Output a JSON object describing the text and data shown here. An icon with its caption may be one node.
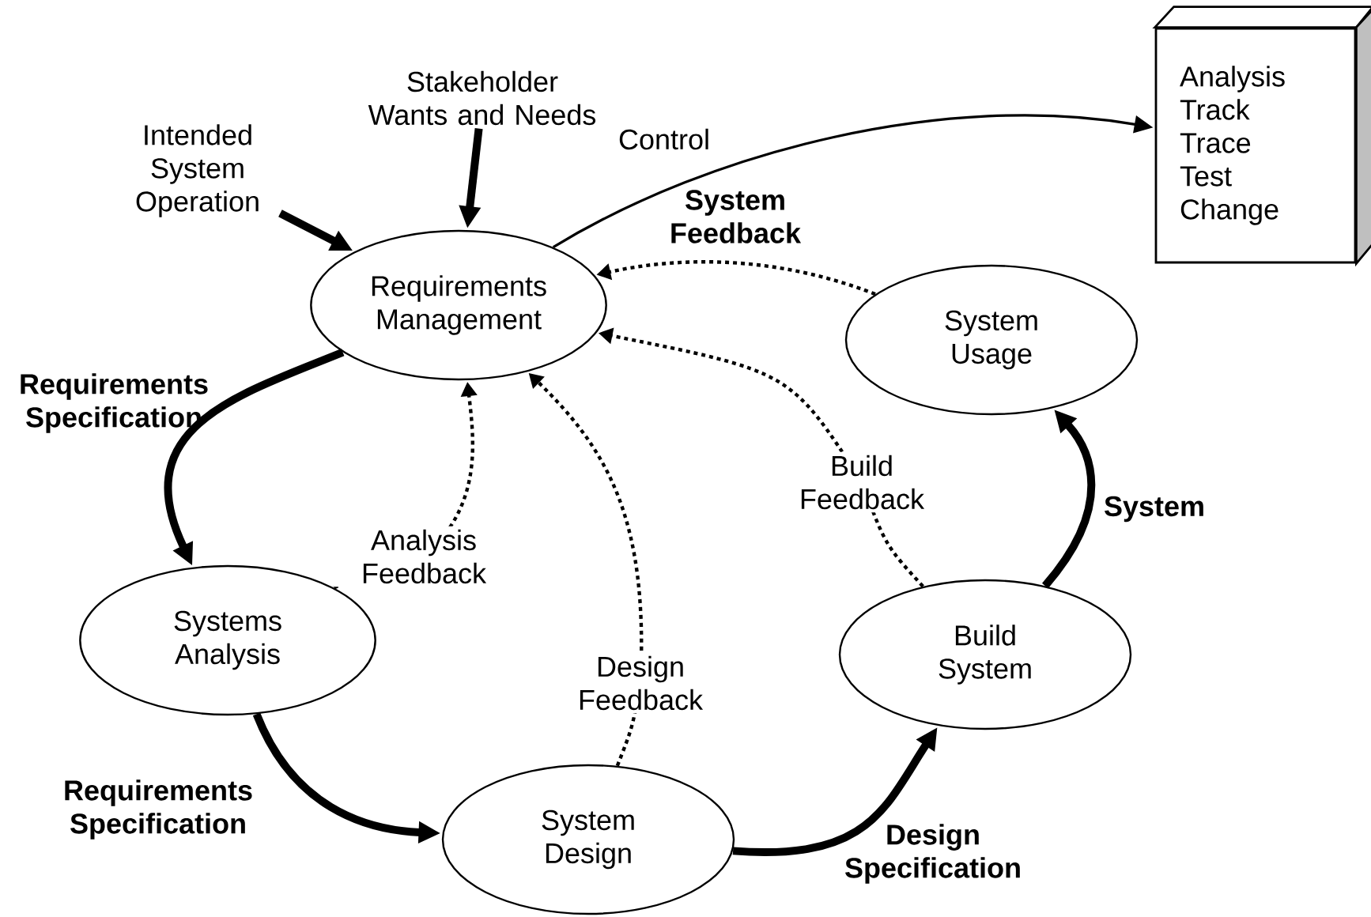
{
  "diagram": {
    "nodes": [
      {
        "text": [
          "Intended System Operation"
        ]
      },
      {
        "text": [
          "Stakeholder Wants and Needs"
        ]
      },
      {
        "text": [
          "Requirements Management"
        ]
      },
      {
        "text": [
          "Analysis",
          "Track",
          "Trace",
          "Test",
          "Change"
        ]
      },
      {
        "text": [
          "System Usage"
        ]
      },
      {
        "text": [
          "Systems Analysis"
        ]
      },
      {
        "text": [
          "System Design"
        ]
      },
      {
        "text": [
          "Build System"
        ]
      }
    ],
    "edges": [
      {
        "from": 0,
        "to": 2,
        "arrow": "to"
      },
      {
        "from": 1,
        "to": 2,
        "arrow": "to"
      },
      {
        "from": 2,
        "to": 3,
        "arrow": "to",
        "label": "Control"
      },
      {
        "from": 4,
        "to": 2,
        "arrow": "to",
        "style": "dashed",
        "label": "**System Feedback**"
      },
      {
        "from": 7,
        "to": 2,
        "arrow": "to",
        "style": "dashed",
        "label": "Build Feedback"
      },
      {
        "from": 6,
        "to": 2,
        "arrow": "to",
        "style": "dashed",
        "label": "Design Feedback"
      },
      {
        "from": 5,
        "to": 2,
        "arrow": "to",
        "style": "dashed",
        "label": "Analysis Feedback"
      },
      {
        "from": 2,
        "to": 5,
        "arrow": "to",
        "label": "**Requirements Specification**"
      },
      {
        "from": 5,
        "to": 6,
        "arrow": "to",
        "label": "**Requirements Specification**"
      },
      {
        "from": 6,
        "to": 7,
        "arrow": "to",
        "label": "**Design Specification**"
      },
      {
        "from": 7,
        "to": 4,
        "arrow": "to",
        "label": "**System**"
      }
    ]
  }
}
